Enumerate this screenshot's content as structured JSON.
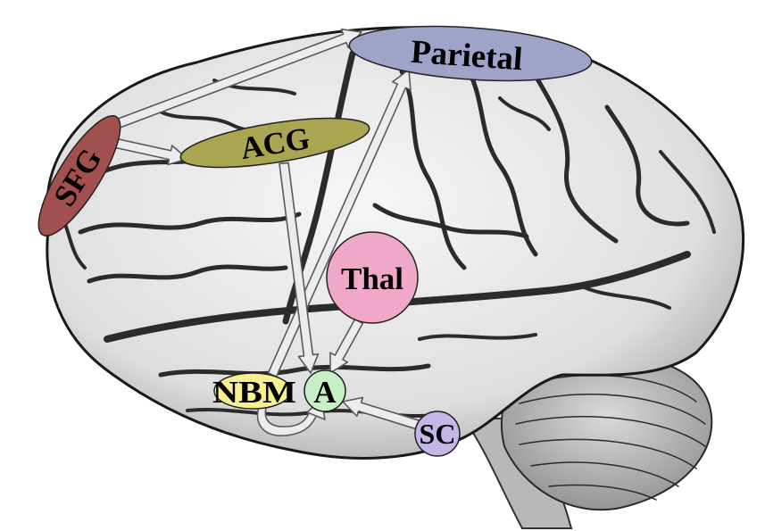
{
  "regions": {
    "parietal": {
      "label": "Parietal",
      "color": "#9fa3c7"
    },
    "acg": {
      "label": "ACG",
      "color": "#a9a550"
    },
    "sfg": {
      "label": "SFG",
      "color": "#a2504e"
    },
    "thal": {
      "label": "Thal",
      "color": "#f0a8c8"
    },
    "nbm": {
      "label": "NBM",
      "color": "#f7f090"
    },
    "a": {
      "label": "A",
      "color": "#c5f0c5"
    },
    "sc": {
      "label": "SC",
      "color": "#c4b6e6"
    }
  },
  "connections": [
    {
      "from": "SFG",
      "to": "Parietal"
    },
    {
      "from": "SFG",
      "to": "ACG"
    },
    {
      "from": "ACG",
      "to": "A"
    },
    {
      "from": "Thal",
      "to": "A"
    },
    {
      "from": "NBM",
      "to": "Parietal"
    },
    {
      "from": "NBM",
      "to": "A"
    },
    {
      "from": "SC",
      "to": "A"
    }
  ]
}
